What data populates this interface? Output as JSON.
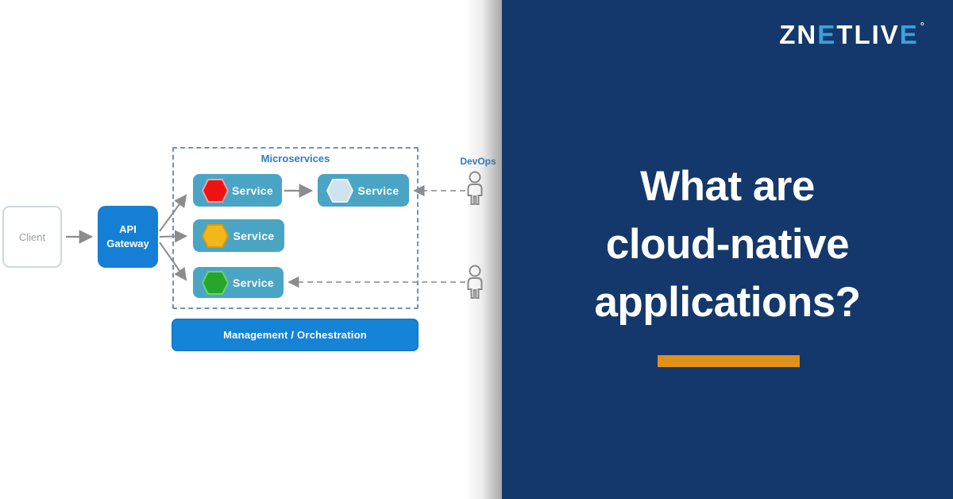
{
  "brand": {
    "seg1": "ZN",
    "seg2": "E",
    "seg3": "TLIV",
    "seg4": "E",
    "mark": "°"
  },
  "heading": {
    "lines": [
      "What are",
      "cloud-native",
      "applications?"
    ]
  },
  "diagram": {
    "client_label": "Client",
    "api_gateway_label": "API Gateway",
    "microservices_label": "Microservices",
    "management_label": "Management / Orchestration",
    "devops_label": "DevOps",
    "services": [
      {
        "label": "Service",
        "fill": "#ee1313",
        "stroke": "#f4a0a0"
      },
      {
        "label": "Service",
        "fill": "#cfe3ee",
        "stroke": "#eaf4f9"
      },
      {
        "label": "Service",
        "fill": "#f3b71c",
        "stroke": "#dd9a00"
      },
      {
        "label": "Service",
        "fill": "#27a52d",
        "stroke": "#6fd06f"
      }
    ]
  },
  "colors": {
    "panel_navy": "#14386b",
    "accent_orange": "#e0911a",
    "primary_blue": "#157fd6",
    "service_teal": "#4aa5c5",
    "logo_blue": "#3aa2db",
    "diagram_label_blue": "#2f7dc0"
  }
}
